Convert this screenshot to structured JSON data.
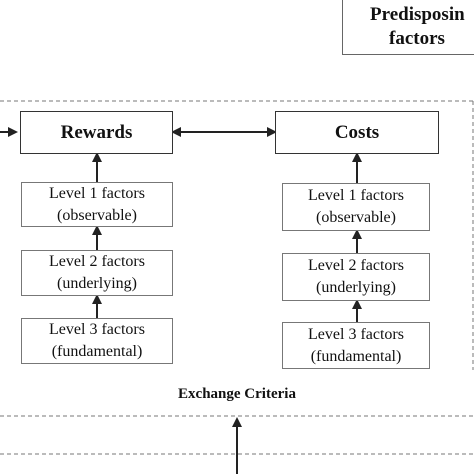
{
  "predisposing": {
    "line1": "Predisposin",
    "line2": "factors"
  },
  "rewards": {
    "title": "Rewards",
    "levels": [
      {
        "line1": "Level 1 factors",
        "line2": "(observable)"
      },
      {
        "line1": "Level 2 factors",
        "line2": "(underlying)"
      },
      {
        "line1": "Level 3 factors",
        "line2": "(fundamental)"
      }
    ]
  },
  "costs": {
    "title": "Costs",
    "levels": [
      {
        "line1": "Level 1 factors",
        "line2": "(observable)"
      },
      {
        "line1": "Level 2 factors",
        "line2": "(underlying)"
      },
      {
        "line1": "Level 3 factors",
        "line2": "(fundamental)"
      }
    ]
  },
  "exchange_criteria": {
    "label": "Exchange Criteria"
  }
}
